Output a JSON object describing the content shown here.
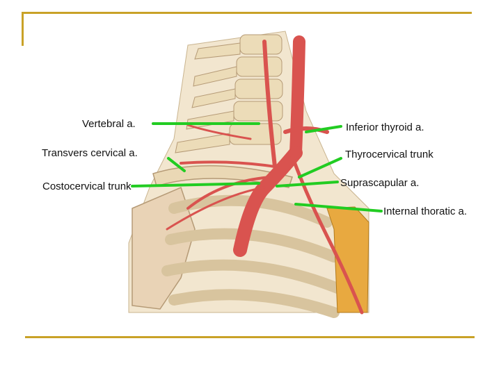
{
  "labels": {
    "vertebral": "Vertebral a.",
    "transvers_cervical": "Transvers cervical a.",
    "costocervical": "Costocervical trunk",
    "inferior_thyroid": "Inferior thyroid a.",
    "thyrocervical": "Thyrocervical trunk",
    "suprascapular": "Suprascapular a.",
    "internal_thoracic": "Internal thoratic a."
  },
  "colors": {
    "frame": "#c9a227",
    "pointer": "#22cc22",
    "artery": "#d9534f",
    "bone": "#ecdcb8",
    "cartilage": "#e8a940"
  }
}
